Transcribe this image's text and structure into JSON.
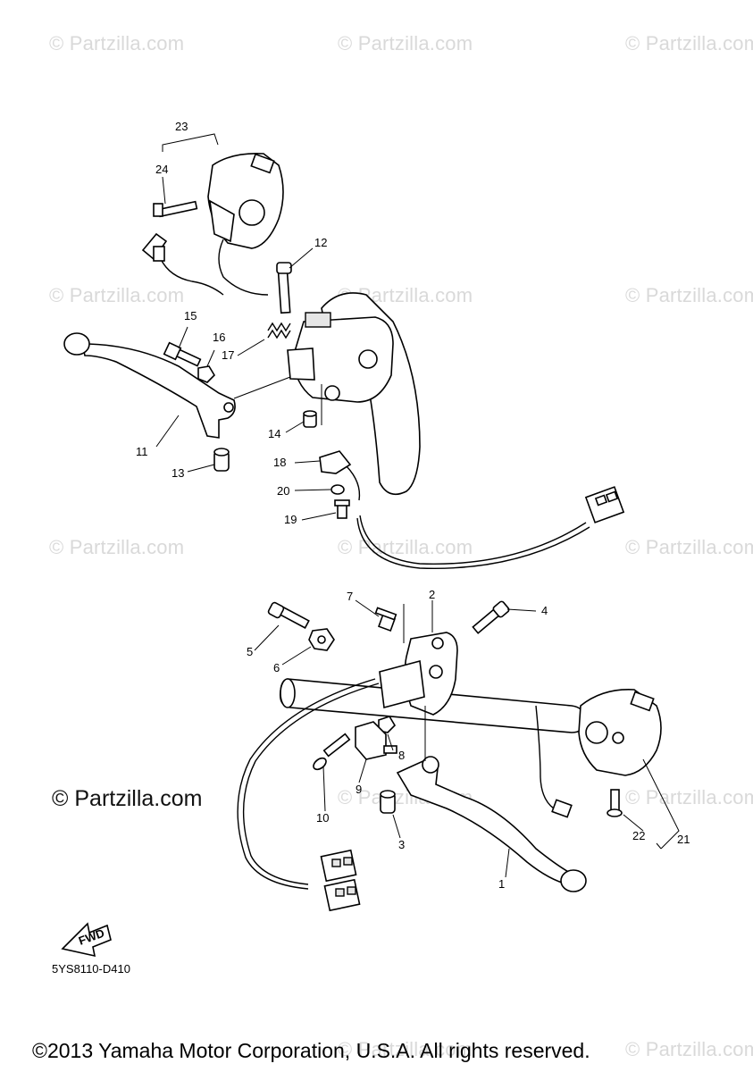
{
  "watermark": {
    "text": "© Partzilla.com",
    "color": "#d9d9d9"
  },
  "logo_watermark": "© Partzilla.com",
  "diagram_code": "5YS8110-D410",
  "fwd_label": "FWD",
  "copyright": "©2013 Yamaha Motor Corporation, U.S.A. All rights reserved.",
  "callouts": [
    "1",
    "2",
    "3",
    "4",
    "5",
    "6",
    "7",
    "8",
    "9",
    "10",
    "11",
    "12",
    "13",
    "14",
    "15",
    "16",
    "17",
    "18",
    "19",
    "20",
    "21",
    "22",
    "23",
    "24"
  ]
}
